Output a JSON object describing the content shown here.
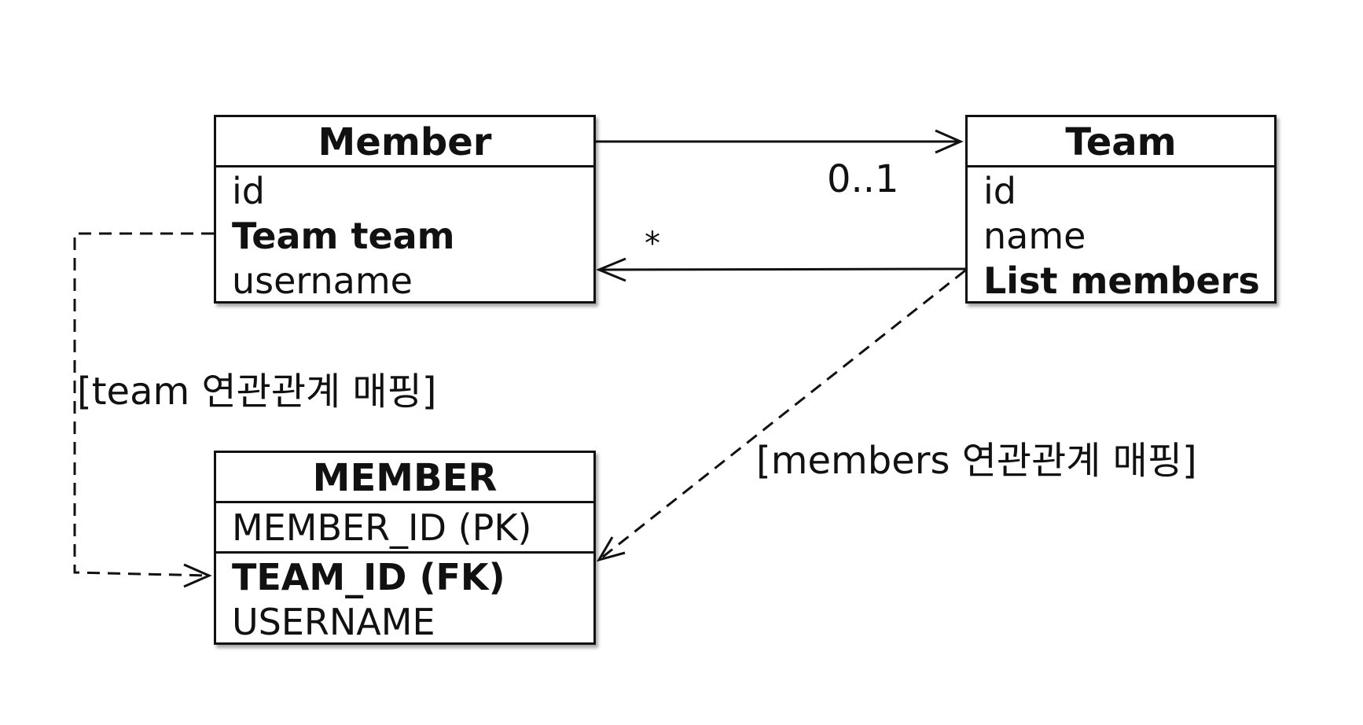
{
  "member_class": {
    "title": "Member",
    "fields": [
      "id",
      "Team team",
      "username"
    ]
  },
  "team_class": {
    "title": "Team",
    "fields": [
      "id",
      "name",
      "List members"
    ]
  },
  "member_table": {
    "title": "MEMBER",
    "pk": "MEMBER_ID (PK)",
    "fields": [
      "TEAM_ID (FK)",
      "USERNAME"
    ]
  },
  "associations": {
    "member_to_team_multiplicity": "0..1",
    "team_to_member_multiplicity": "*"
  },
  "mapping_labels": {
    "team": "[team 연관관계 매핑]",
    "members": "[members 연관관계 매핑]"
  }
}
